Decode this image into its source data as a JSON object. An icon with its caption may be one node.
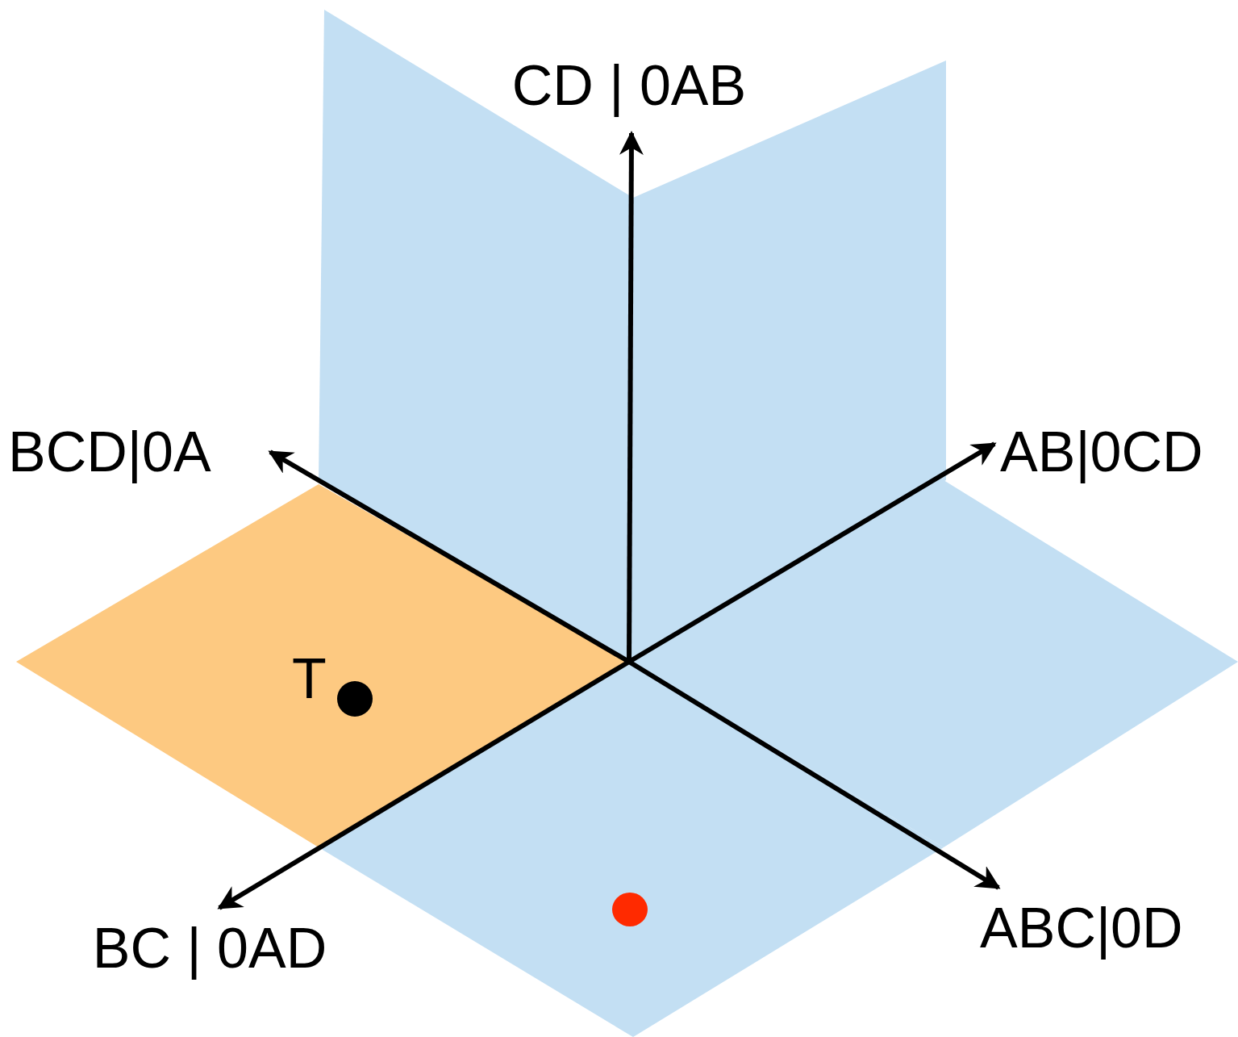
{
  "diagram": {
    "nodes": [
      {
        "text": [
          "CD | 0AB"
        ]
      },
      {
        "text": [
          "BCD|0A"
        ]
      },
      {
        "text": [
          "AB|0CD"
        ]
      },
      {
        "text": [
          "BC | 0AD"
        ]
      },
      {
        "text": [
          "ABC|0D"
        ]
      }
    ],
    "edges": [
      {
        "from": null,
        "to": 0,
        "arrow": "to"
      },
      {
        "from": null,
        "to": 1,
        "arrow": "to"
      },
      {
        "from": null,
        "to": 2,
        "arrow": "to"
      },
      {
        "from": null,
        "to": 3,
        "arrow": "to"
      },
      {
        "from": null,
        "to": 4,
        "arrow": "to"
      }
    ],
    "labels": [
      "T"
    ]
  }
}
